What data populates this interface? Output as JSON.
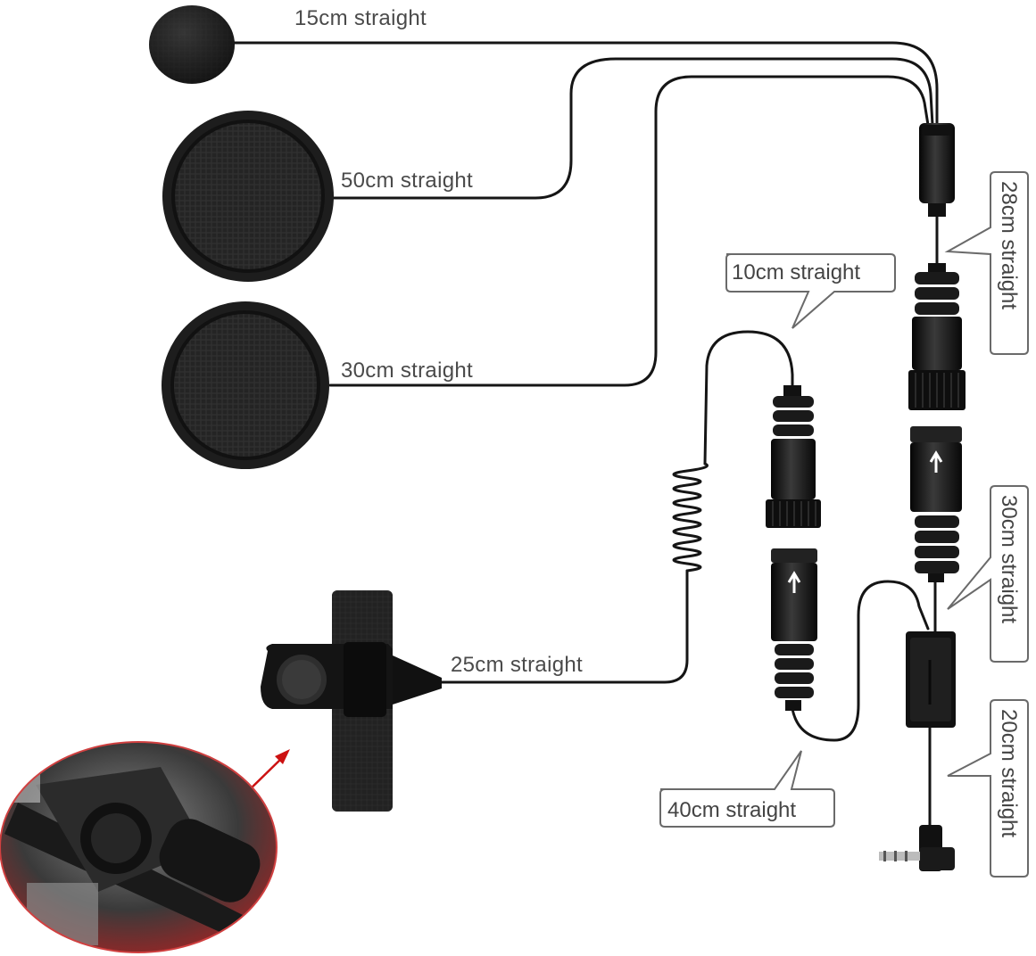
{
  "labels": {
    "mic_cable": "15cm straight",
    "speaker_top": "50cm straight",
    "speaker_bottom": "30cm straight",
    "ptt_cable": "25cm straight",
    "ptt_extension": "10cm straight",
    "plug_cable": "40cm straight",
    "upper_trunk": "28cm straight",
    "middle_trunk": "30cm straight",
    "lower_trunk": "20cm straight"
  },
  "colors": {
    "cable": "#151515",
    "foam": "#1b1b1b",
    "speaker": "#222222",
    "callout_border": "#6a6a6a",
    "text": "#444444",
    "arrow": "#cc1111",
    "inset_background": "#c62828"
  },
  "icons": {
    "microphone": "foam-microphone-icon",
    "speaker": "round-speaker-icon",
    "connector": "threaded-connector-icon",
    "ptt": "push-to-talk-button-icon",
    "plug": "right-angle-jack-plug-icon"
  }
}
